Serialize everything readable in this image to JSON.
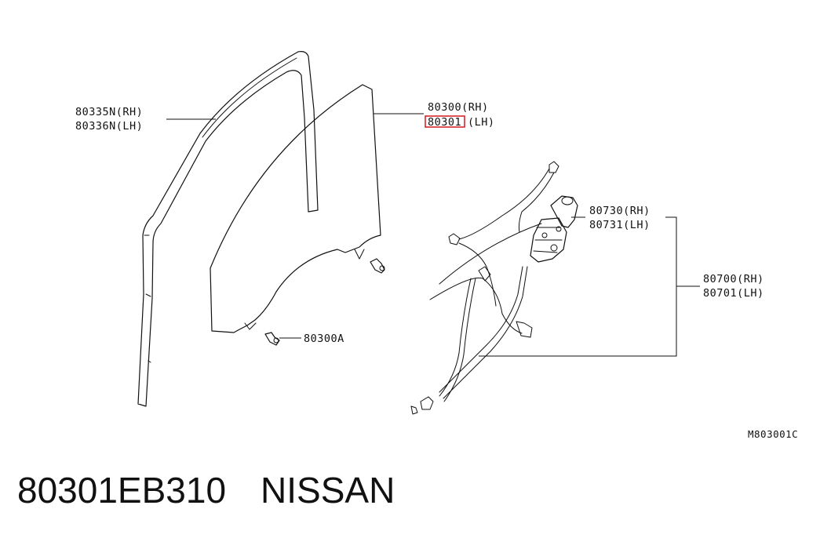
{
  "labels": {
    "seal_rh": "80335N(RH)",
    "seal_lh": "80336N(LH)",
    "glass_rh": "80300(RH)",
    "glass_lh_num": "80301",
    "glass_lh_side": "(LH)",
    "motor_rh": "80730(RH)",
    "motor_lh": "80731(LH)",
    "regulator_rh": "80700(RH)",
    "regulator_lh": "80701(LH)",
    "bolt": "80300A",
    "diagram_code": "M803001C"
  },
  "caption": {
    "part_number": "80301EB310",
    "brand": "NISSAN"
  },
  "colors": {
    "line": "#111111",
    "highlight": "#d9262b",
    "background": "#ffffff"
  }
}
